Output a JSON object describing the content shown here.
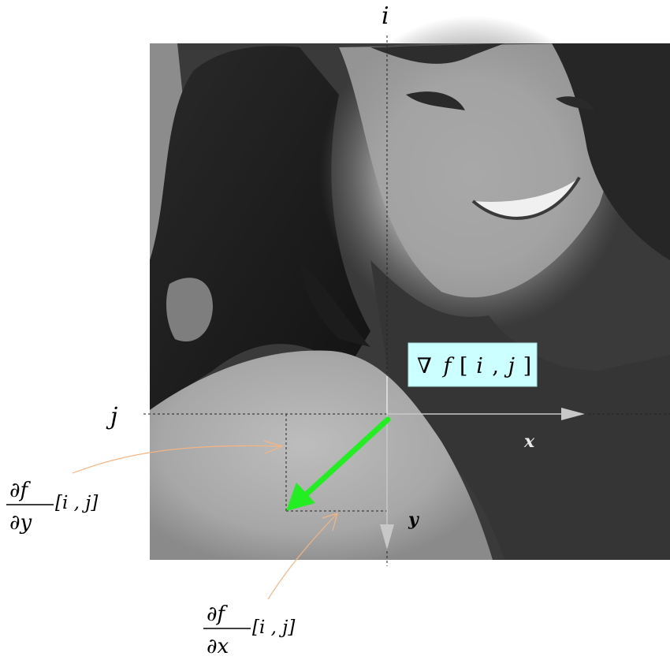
{
  "labels": {
    "i_axis": "i",
    "j_axis": "j",
    "x_axis": "x",
    "y_axis": "y"
  },
  "gradient_box": {
    "nabla": "∇",
    "f": "f",
    "bracket_open": "[",
    "i": "i",
    "comma": ",",
    "j": "j",
    "bracket_close": "]"
  },
  "partial_y": {
    "numerator": "∂f",
    "denominator": "∂y",
    "args": "[i , j]"
  },
  "partial_x": {
    "numerator": "∂f",
    "denominator": "∂x",
    "args": "[i , j]"
  },
  "colors": {
    "gradient_arrow": "#22ee22",
    "box_fill": "#ccffff",
    "leader_lines": "#f5b583",
    "axis_arrows": "#c8c8c8"
  }
}
